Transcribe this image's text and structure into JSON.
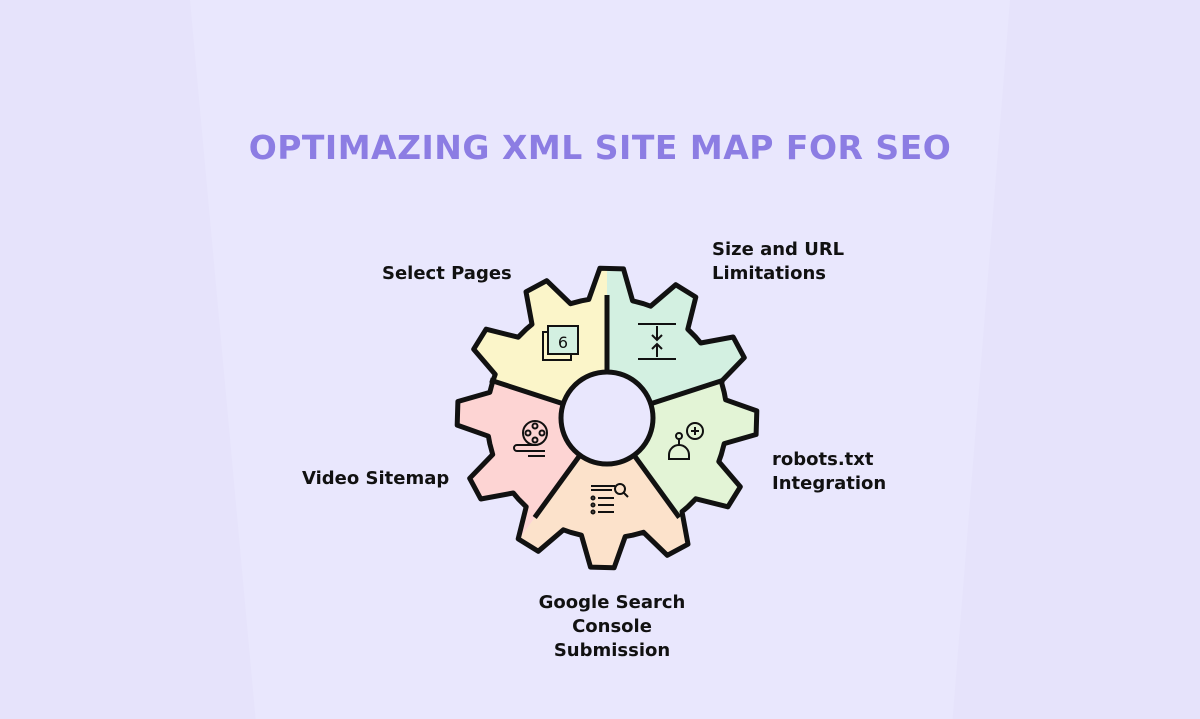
{
  "title": "OPTIMAZING XML SITE MAP FOR SEO",
  "segments": [
    {
      "label": "Select Pages",
      "icon": "pages-icon",
      "color": "#d3f0e1"
    },
    {
      "label_line1": "Size and URL",
      "label_line2": "Limitations",
      "icon": "size-limit-icon",
      "color": "#e3f4d6"
    },
    {
      "label_line1": "robots.txt",
      "label_line2": "Integration",
      "icon": "robot-icon",
      "color": "#fce2cb"
    },
    {
      "label_line1": "Google Search",
      "label_line2": "Console",
      "label_line3": "Submission",
      "icon": "search-list-icon",
      "color": "#fdd4d3"
    },
    {
      "label": "Video Sitemap",
      "icon": "film-reel-icon",
      "color": "#fbf5c9"
    }
  ],
  "colors": {
    "title": "#8c7de3",
    "background": "#e6e3fb",
    "stroke": "#111111"
  }
}
